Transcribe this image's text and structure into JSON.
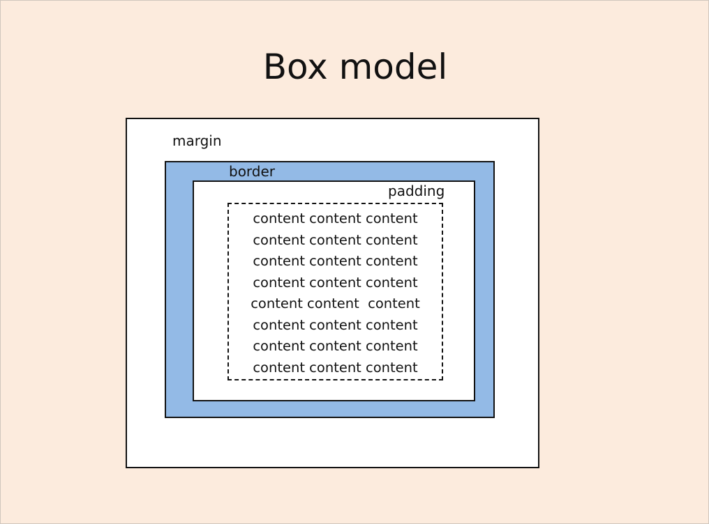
{
  "title": "Box model",
  "labels": {
    "margin": "margin",
    "border": "border",
    "padding": "padding"
  },
  "content_lines": [
    "content content content",
    "content content content",
    "content content content",
    "content content content",
    "content content  content",
    "content content content",
    "content content content",
    "content content content"
  ],
  "colors": {
    "background": "#fcebdd",
    "margin_area": "#ffffff",
    "border_area": "#93bae6",
    "padding_area": "#ffffff",
    "outline": "#111111"
  }
}
